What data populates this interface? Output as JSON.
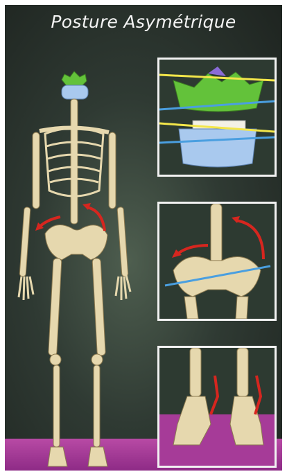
{
  "title": "Posture Asymétrique",
  "colors": {
    "bone": "#e9dcb4",
    "skull": "#63c23a",
    "jaw": "#a9c9ee",
    "arrow": "#d6261f",
    "floor": "#a63b98",
    "line_yellow": "#f3e64a",
    "line_blue": "#4a9fe0"
  },
  "insets": [
    {
      "name": "skull-closeup"
    },
    {
      "name": "pelvis-closeup"
    },
    {
      "name": "feet-closeup"
    }
  ]
}
